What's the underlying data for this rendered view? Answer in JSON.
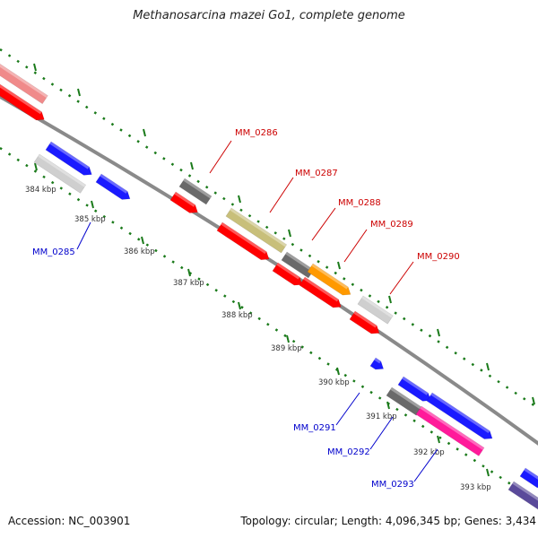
{
  "header": {
    "title": "Methanosarcina mazei Go1, complete genome"
  },
  "footer": {
    "accession": "Accession: NC_003901",
    "topology": "Topology: circular; Length: 4,096,345 bp; Genes: 3,434"
  },
  "colors": {
    "backbone": "#8a8a8a",
    "tick": "#1a7a1a",
    "label_forward": "#cc0000",
    "label_reverse": "#0000cc",
    "red": "#ff0000",
    "pink": "#f08a8a",
    "dark_gray": "#6a6a6a",
    "light_gray": "#cfcfcf",
    "khaki": "#c8bf7a",
    "orange": "#ff9900",
    "blue": "#1a1aff",
    "magenta": "#ff1a9a",
    "purple": "#5a4a9a"
  },
  "scale": {
    "labels": [
      "384 kbp",
      "385 kbp",
      "386 kbp",
      "387 kbp",
      "388 kbp",
      "389 kbp",
      "390 kbp",
      "391 kbp",
      "392 kbp",
      "393 kbp"
    ]
  },
  "genes": [
    {
      "label": "MM_0285",
      "strand": "reverse"
    },
    {
      "label": "MM_0286",
      "strand": "forward"
    },
    {
      "label": "MM_0287",
      "strand": "forward"
    },
    {
      "label": "MM_0288",
      "strand": "forward"
    },
    {
      "label": "MM_0289",
      "strand": "forward"
    },
    {
      "label": "MM_0290",
      "strand": "forward"
    },
    {
      "label": "MM_0291",
      "strand": "reverse"
    },
    {
      "label": "MM_0292",
      "strand": "reverse"
    },
    {
      "label": "MM_0293",
      "strand": "reverse"
    }
  ]
}
